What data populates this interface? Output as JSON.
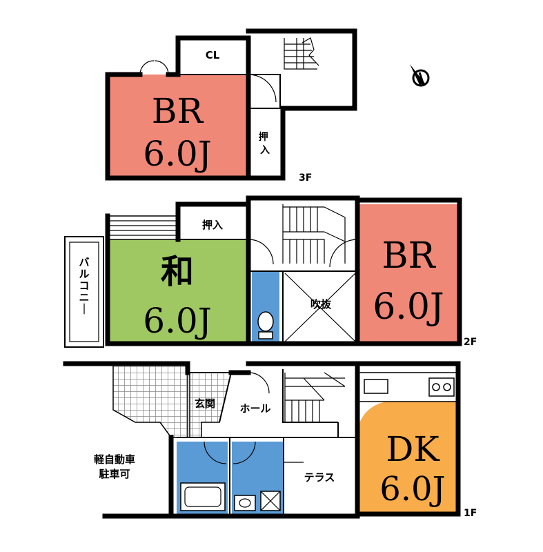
{
  "colors": {
    "bedroom": "#f08878",
    "washitsu": "#9fc862",
    "water": "#5b9bd5",
    "dk": "#f9ac4a",
    "parking": "#c8c8c8"
  },
  "floors": {
    "third": {
      "label": "3F",
      "bedroom": {
        "name": "BR",
        "size": "6.0J"
      },
      "closet": "CL",
      "oshiire": "押入"
    },
    "second": {
      "label": "2F",
      "washitsu": {
        "name": "和",
        "size": "6.0J"
      },
      "bedroom": {
        "name": "BR",
        "size": "6.0J"
      },
      "oshiire": "押入",
      "balcony": "バルコニー",
      "void": "吹抜"
    },
    "first": {
      "label": "1F",
      "dk": {
        "name": "DK",
        "size": "6.0J"
      },
      "entrance": "玄関",
      "hall": "ホール",
      "terrace": "テラス",
      "parking_line1": "軽自動車",
      "parking_line2": "駐車可"
    }
  },
  "icons": {
    "compass": "north-compass-icon"
  }
}
